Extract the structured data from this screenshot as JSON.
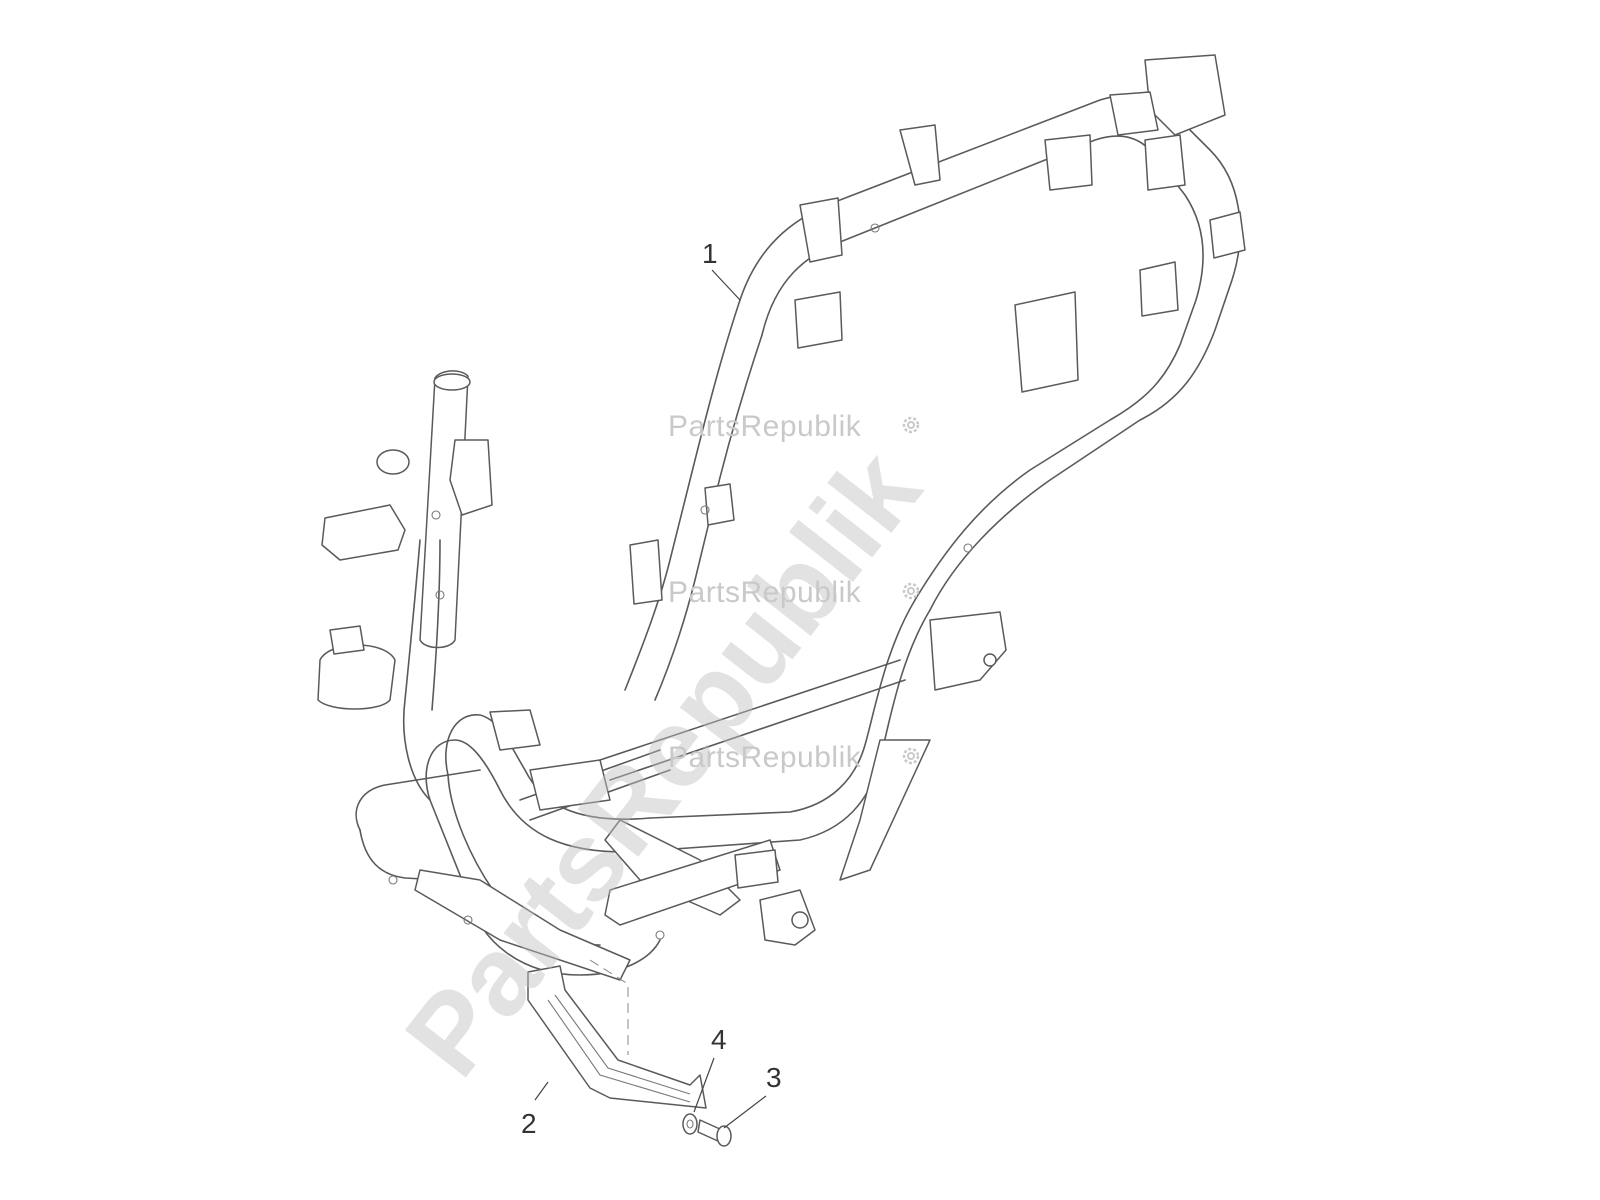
{
  "diagram": {
    "callouts": [
      "1",
      "2",
      "3",
      "4"
    ],
    "watermark": {
      "small_text": "PartsRepublik",
      "big_text": "PartsRepublik",
      "icon": "gear-icon",
      "color": "#c9c9c9"
    },
    "line_color": "#5a5a5a"
  }
}
